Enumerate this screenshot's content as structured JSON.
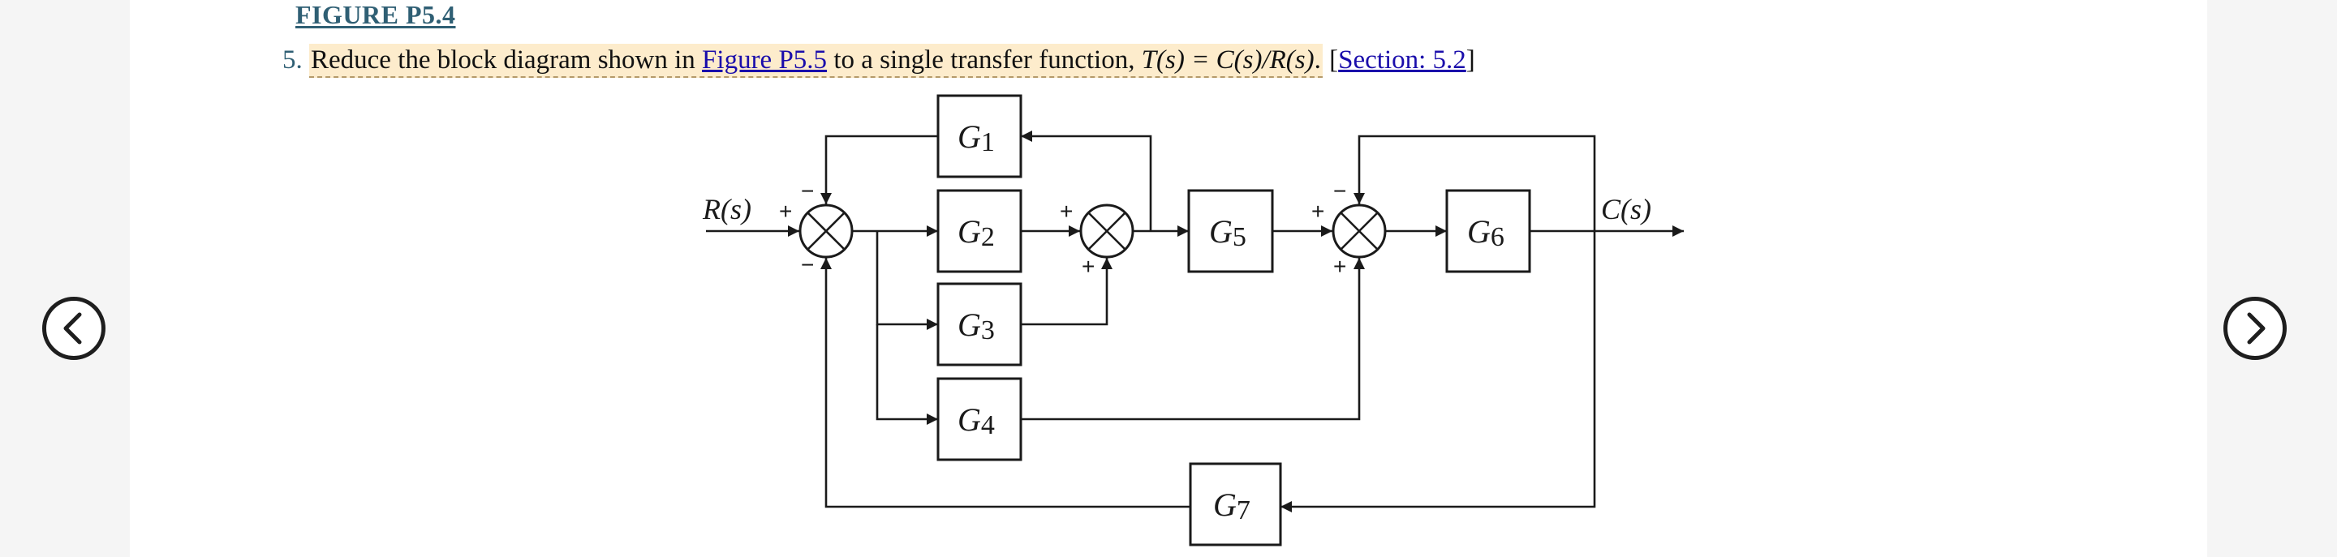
{
  "figure_caption": "FIGURE P5.4",
  "problem": {
    "number": "5.",
    "text_before": "Reduce the block diagram shown in ",
    "figure_link": "Figure P5.5",
    "text_after": " to a single transfer function, ",
    "formula": "T(s) = C(s)/R(s)",
    "text_end": ".",
    "section_link": "Section: 5.2"
  },
  "diagram": {
    "input_label": "R(s)",
    "output_label": "C(s)",
    "blocks": [
      {
        "name": "G",
        "sub": "1"
      },
      {
        "name": "G",
        "sub": "2"
      },
      {
        "name": "G",
        "sub": "3"
      },
      {
        "name": "G",
        "sub": "4"
      },
      {
        "name": "G",
        "sub": "5"
      },
      {
        "name": "G",
        "sub": "6"
      },
      {
        "name": "G",
        "sub": "7"
      }
    ],
    "signs": {
      "sj1_left": "+",
      "sj1_top": "−",
      "sj1_bottom": "−",
      "sj2_top": "+",
      "sj2_bottom": "+",
      "sj3_left": "+",
      "sj3_top": "−",
      "sj3_bottom": "+"
    }
  },
  "nav": {
    "prev_icon": "chevron-left-icon",
    "next_icon": "chevron-right-icon"
  }
}
